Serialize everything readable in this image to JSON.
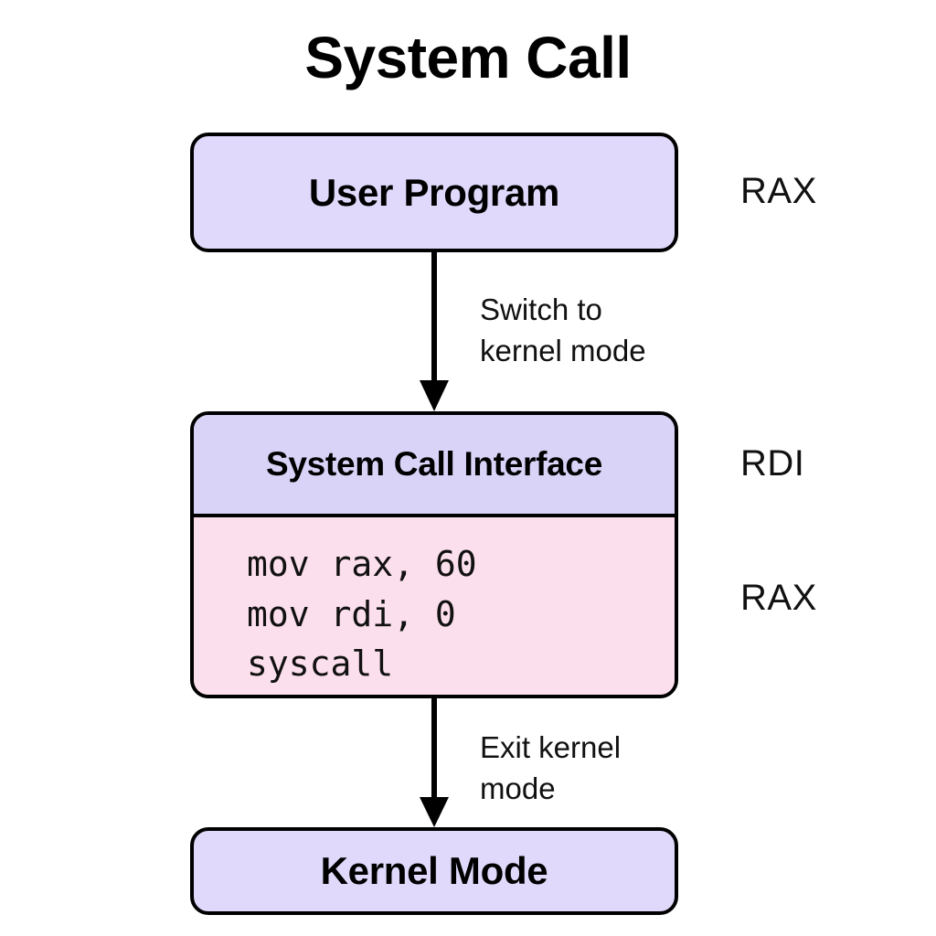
{
  "title": "System Call",
  "nodes": {
    "user_program": {
      "label": "User Program"
    },
    "syscall_interface": {
      "header": "System Call Interface",
      "code": [
        "mov rax, 60",
        "mov rdi, 0",
        "syscall"
      ]
    },
    "kernel_mode": {
      "label": "Kernel Mode"
    }
  },
  "edges": {
    "switch_to_kernel": "Switch to\nkernel mode",
    "exit_kernel": "Exit kernel\nmode"
  },
  "registers": {
    "top": "RAX",
    "middle": "RDI",
    "bottom": "RAX"
  },
  "colors": {
    "box_fill_lavender": "#e0d9fb",
    "header_fill_lavender": "#d9d3f7",
    "code_fill_pink": "#fcdfec",
    "stroke": "#000000",
    "text": "#111111",
    "background": "#ffffff"
  }
}
